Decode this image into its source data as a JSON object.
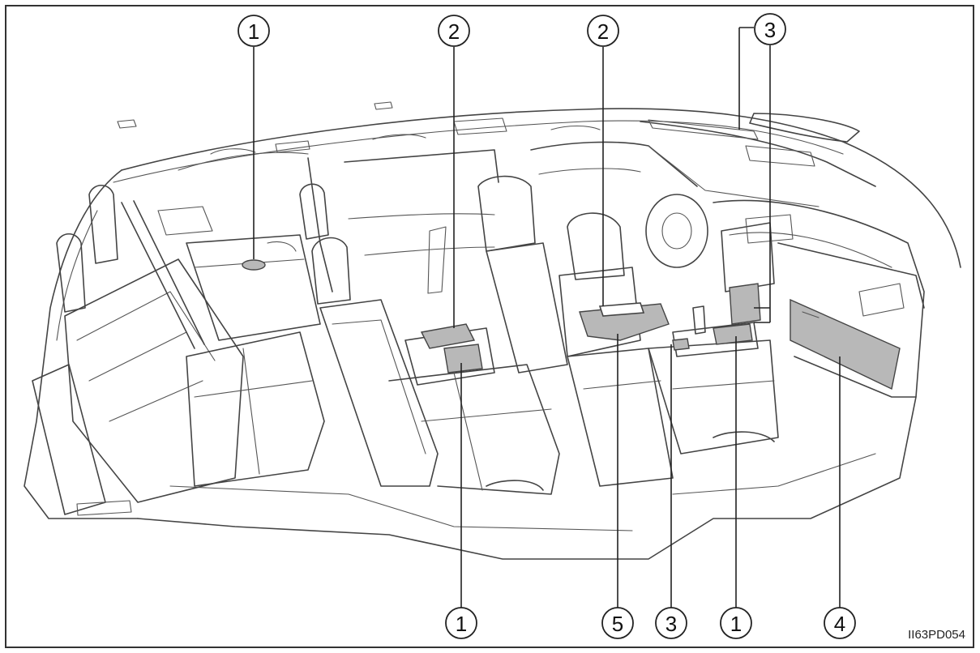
{
  "figure_code": "II63PD054",
  "callouts": [
    {
      "id": "1-rear-floor",
      "label": "1"
    },
    {
      "id": "2-second-row",
      "label": "2"
    },
    {
      "id": "2-front-console",
      "label": "2"
    },
    {
      "id": "3-top",
      "label": "3"
    },
    {
      "id": "1-bottom-left",
      "label": "1"
    },
    {
      "id": "5-bottom",
      "label": "5"
    },
    {
      "id": "3-bottom",
      "label": "3"
    },
    {
      "id": "1-bottom-right",
      "label": "1"
    },
    {
      "id": "4-bottom",
      "label": "4"
    }
  ]
}
